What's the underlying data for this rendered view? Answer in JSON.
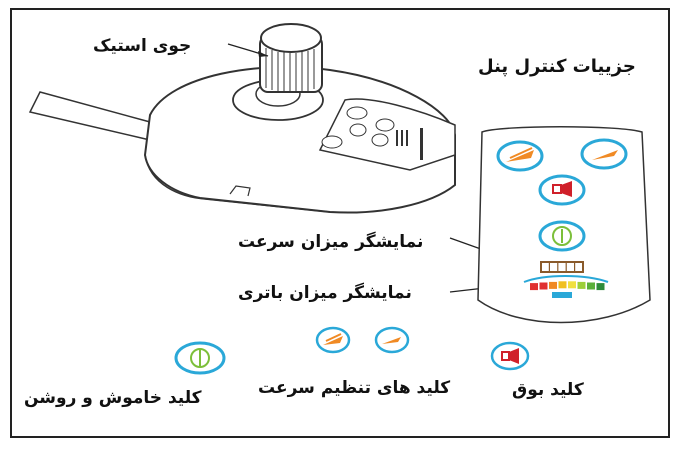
{
  "labels": {
    "joystick": "جوی استیک",
    "panel_details": "جزییات کنترل پنل",
    "speed_indicator": "نمایشگر میزان سرعت",
    "battery_indicator": "نمایشگر میزان باتری",
    "power_key": "کلید خاموش و روشن",
    "speed_keys": "کلید های تنظیم سرعت",
    "horn_key": "کلید بوق"
  },
  "colors": {
    "key_ring": "#2aa8d8",
    "speed_arrow": "#f08a24",
    "horn": "#d0202a",
    "power": "#7cbf3a",
    "outline": "#333333"
  },
  "battery_levels": [
    "#e03030",
    "#e03030",
    "#f08a24",
    "#f0c020",
    "#f0e040",
    "#9ccf3a",
    "#5aaf3a",
    "#2e8b3a"
  ],
  "speed_segments": 5
}
